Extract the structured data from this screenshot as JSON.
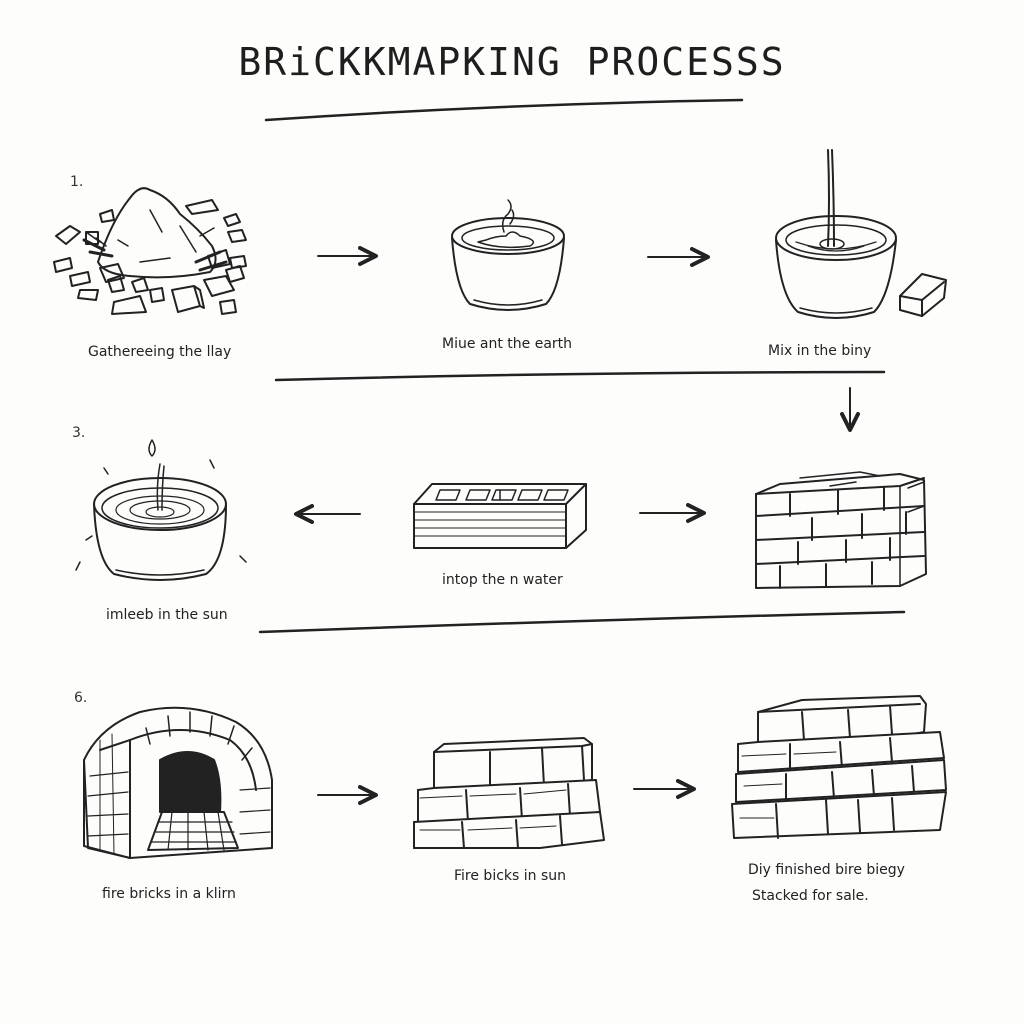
{
  "title": "BRiCKKMAPKING PROCESSS",
  "step_numbers": [
    "1.",
    "3.",
    "6."
  ],
  "steps": [
    {
      "label": "Gathereeing the llay",
      "icon": "clay-pile-icon"
    },
    {
      "label": "Miue ant the earth",
      "icon": "mixing-bowl-icon"
    },
    {
      "label": "Mix in the biny",
      "icon": "stirred-bowl-with-brick-icon"
    },
    {
      "label": "imleeb in the sun",
      "icon": "shallow-mud-basin-icon"
    },
    {
      "label": "intop the n water",
      "icon": "brick-mold-icon"
    },
    {
      "label": "",
      "icon": "brick-stack-icon"
    },
    {
      "label": "fire bricks in a klirn",
      "icon": "kiln-icon"
    },
    {
      "label": "Fire bicks in sun",
      "icon": "fired-brick-stack-icon"
    },
    {
      "label": "Diy finished bire biegy",
      "label_line2": "Stacked for sale.",
      "icon": "finished-brick-pile-icon"
    }
  ],
  "colors": {
    "ink": "#222222",
    "paper": "#fdfdfc"
  }
}
